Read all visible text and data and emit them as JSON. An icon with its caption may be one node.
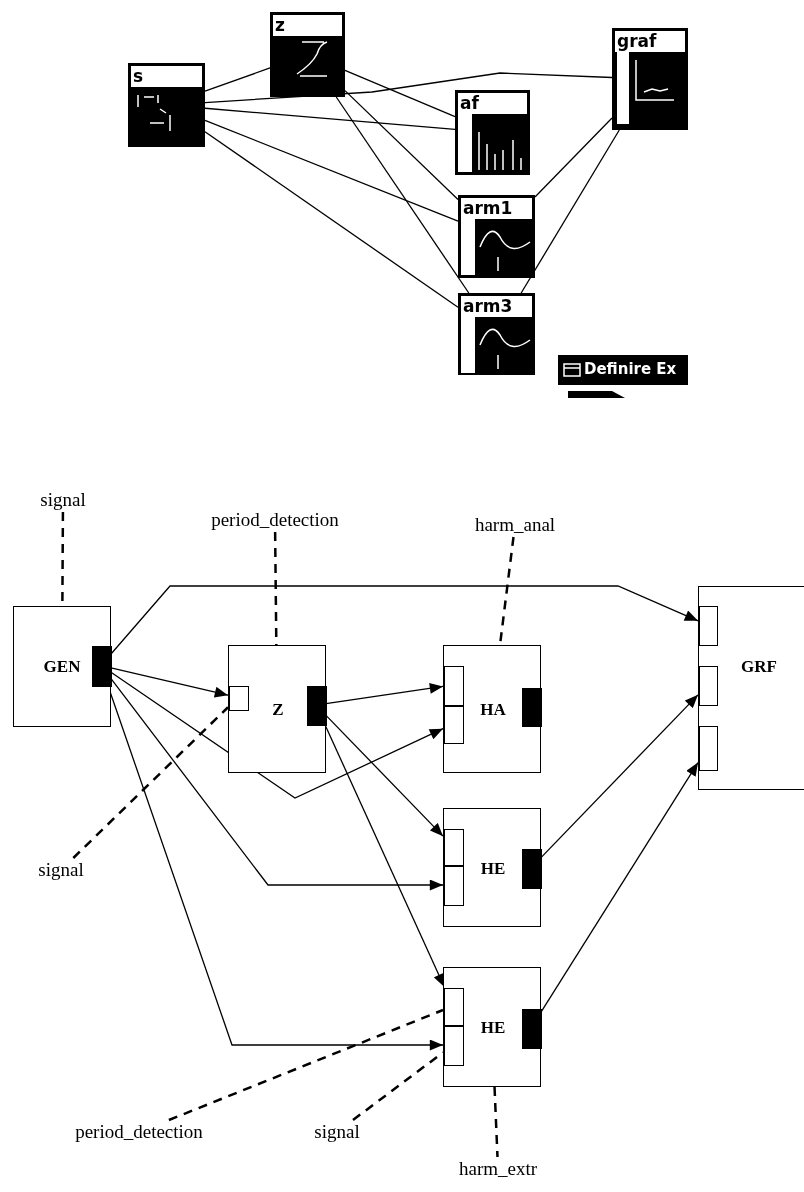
{
  "diagram": {
    "nodes": [
      {
        "text": [
          "s"
        ]
      },
      {
        "text": [
          "z"
        ]
      },
      {
        "text": [
          "graf"
        ]
      },
      {
        "text": [
          "af"
        ]
      },
      {
        "text": [
          "arm1"
        ]
      },
      {
        "text": [
          "arm3"
        ]
      },
      {
        "text": [
          "signal"
        ]
      },
      {
        "text": [
          "period_detection"
        ]
      },
      {
        "text": [
          "harm_anal"
        ]
      },
      {
        "text": [
          "GEN"
        ]
      },
      {
        "text": [],
        "shape": "bar",
        "in": 9
      },
      {
        "text": [
          "Z"
        ]
      },
      {
        "text": [],
        "shape": "box",
        "in": 11
      },
      {
        "text": [],
        "shape": "bar",
        "in": 11
      },
      {
        "text": [
          "HA"
        ]
      },
      {
        "text": [],
        "shape": "box",
        "in": 14
      },
      {
        "text": [],
        "shape": "box",
        "in": 14
      },
      {
        "text": [],
        "shape": "bar",
        "in": 14
      },
      {
        "text": [
          "GRF"
        ]
      },
      {
        "text": [],
        "shape": "box",
        "in": 18
      },
      {
        "text": [],
        "shape": "box",
        "in": 18
      },
      {
        "text": [],
        "shape": "box",
        "in": 18
      },
      {
        "text": [
          "signal"
        ]
      },
      {
        "text": [
          "HE"
        ]
      },
      {
        "text": [],
        "shape": "box",
        "in": 23
      },
      {
        "text": [],
        "shape": "box",
        "in": 23
      },
      {
        "text": [],
        "shape": "bar",
        "in": 23
      },
      {
        "text": [
          "HE"
        ]
      },
      {
        "text": [],
        "shape": "box",
        "in": 27
      },
      {
        "text": [],
        "shape": "box",
        "in": 27
      },
      {
        "text": [],
        "shape": "bar",
        "in": 27
      },
      {
        "text": [
          "period_detection"
        ]
      },
      {
        "text": [
          "signal"
        ]
      },
      {
        "text": [
          "harm_extr"
        ]
      }
    ],
    "edges": [
      {
        "from": 0,
        "to": 1,
        "arrow": "none"
      },
      {
        "from": 0,
        "to": 2,
        "arrow": "none"
      },
      {
        "from": 0,
        "to": 3,
        "arrow": "none"
      },
      {
        "from": 0,
        "to": 4,
        "arrow": "none"
      },
      {
        "from": 0,
        "to": 5,
        "arrow": "none"
      },
      {
        "from": 1,
        "to": 3,
        "arrow": "none"
      },
      {
        "from": 1,
        "to": 4,
        "arrow": "none"
      },
      {
        "from": 1,
        "to": 5,
        "arrow": "none"
      },
      {
        "from": 4,
        "to": 2,
        "arrow": "none"
      },
      {
        "from": 5,
        "to": 2,
        "arrow": "none"
      },
      {
        "from": 6,
        "to": 9,
        "arrow": "none",
        "style": "dashed"
      },
      {
        "from": 7,
        "to": 11,
        "arrow": "none",
        "style": "dashed"
      },
      {
        "from": 8,
        "to": 14,
        "arrow": "none",
        "style": "dashed"
      },
      {
        "from": 10,
        "to": 19,
        "arrow": "to"
      },
      {
        "from": 10,
        "to": 12,
        "arrow": "to"
      },
      {
        "from": 13,
        "to": 15,
        "arrow": "to"
      },
      {
        "from": 10,
        "to": 16,
        "arrow": "to"
      },
      {
        "from": 22,
        "to": 12,
        "arrow": "none",
        "style": "dashed"
      },
      {
        "from": 13,
        "to": 24,
        "arrow": "to"
      },
      {
        "from": 10,
        "to": 25,
        "arrow": "to"
      },
      {
        "from": 13,
        "to": 28,
        "arrow": "to"
      },
      {
        "from": 10,
        "to": 29,
        "arrow": "to"
      },
      {
        "from": 26,
        "to": 20,
        "arrow": "to"
      },
      {
        "from": 30,
        "to": 21,
        "arrow": "to"
      },
      {
        "from": 31,
        "to": 28,
        "arrow": "none",
        "style": "dashed"
      },
      {
        "from": 32,
        "to": 29,
        "arrow": "none",
        "style": "dashed"
      },
      {
        "from": 27,
        "to": 33,
        "arrow": "none",
        "style": "dashed"
      }
    ],
    "labels": [
      "Definire Ex"
    ]
  }
}
